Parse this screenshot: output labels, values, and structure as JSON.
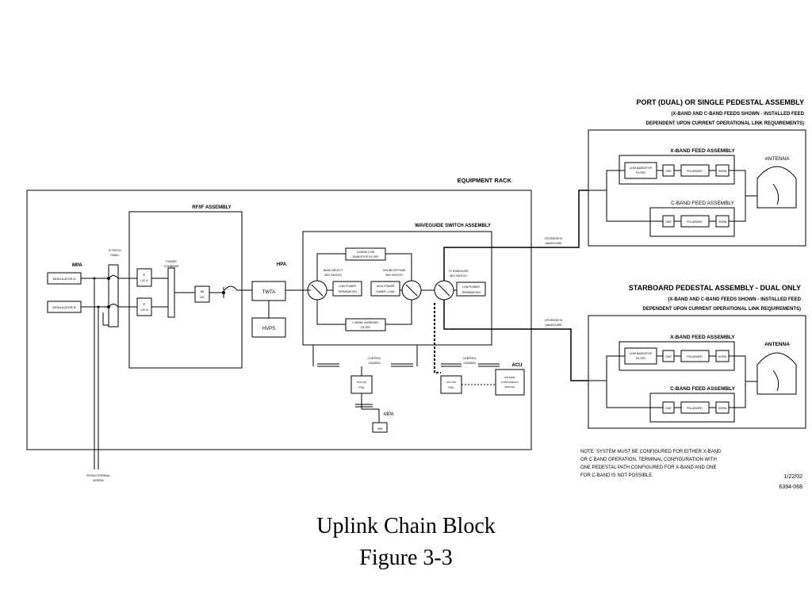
{
  "port": {
    "title": "PORT (DUAL) OR SINGLE PEDESTAL ASSEMBLY",
    "sub1": "(X-BAND AND C-BAND FEEDS SHOWN - INSTALLED FEED",
    "sub2": "DEPENDENT UPON CURRENT OPERATIONAL LINK REQUIREMENTS)",
    "xfeed": "X-BAND FEED ASSEMBLY",
    "cfeed": "C-BAND FEED ASSEMBLY",
    "antenna": "ANTENNA"
  },
  "starboard": {
    "title": "STARBOARD PEDESTAL ASSEMBLY - DUAL ONLY",
    "sub1": "(X-BAND AND C-BAND FEEDS SHOWN - INSTALLED FEED",
    "sub2": "DEPENDENT UPON CURRENT OPERATIONAL LINK REQUIREMENTS)",
    "xfeed": "X-BAND FEED ASSEMBLY",
    "cfeed": "C-BAND FEED ASSEMBLY",
    "antenna": "ANTENNA"
  },
  "feed_parts": {
    "filter1": "LOW BANDSTOP",
    "filter2": "FILTER",
    "omt": "OMT",
    "polarizer": "POLARIZER",
    "horn": "HORN"
  },
  "rack": {
    "label": "EQUIPMENT RACK",
    "rfif": "RF/IF ASSEMBLY",
    "wg": "WAVEGUIDE SWITCH ASSEMBLY",
    "mpa": "MPA",
    "mod_a": "MODULATOR A",
    "mod_b": "MODULATOR B",
    "if_patch_1": "IF PATCH",
    "if_patch_2": "PANEL",
    "power_combiner_1": "POWER",
    "power_combiner_2": "COMBINER",
    "uc_a_1": "IF",
    "uc_a_2": "U/C A",
    "uc_b_1": "IF",
    "uc_b_2": "U/C B",
    "bias_1": "Bit",
    "bias_2": "U/C",
    "hpa": "HPA",
    "twta": "TWTA",
    "hvps": "HVPS",
    "xband_filter_1": "X-BAND LOW",
    "xband_filter_2": "BANDSTOP FILTER",
    "band_select_1": "BAND SELECT",
    "band_select_2": "W/G SWITCH",
    "online_1": "ONLINE/OFFLINE",
    "online_2": "W/G SWITCH",
    "tx_1": "TX HANDOVER",
    "tx_2": "W/G SWITCH",
    "lpt_1": "LOW POWER",
    "lpt_2": "TERMINATION",
    "hp_1": "HIGH POWER",
    "hp_2": "DUMMY LOAD",
    "lpt2_1": "LOW POWER",
    "lpt2_2": "TERMINATION",
    "cband_filter_1": "C-BAND HARMONIC",
    "cband_filter_2": "FILTER",
    "control_1": "CONTROL",
    "control_2": "CHASSIS",
    "control2_1": "CONTROL",
    "control2_2": "CHASSIS",
    "psu1_1": "W/G SW",
    "psu1_2": "PSU",
    "psu2_1": "W/G SW",
    "psu2_2": "PSU",
    "acu": "ACU",
    "antenna_module_1": "ANTENNA",
    "antenna_module_2": "HYDRO/SERVO",
    "antenna_module_3": "MODULE",
    "mpa_lower": "MPA",
    "ioh": "IOM",
    "crossdeck1_1": "CROSSDECK",
    "crossdeck1_2": "WAVEGUIDE",
    "crossdeck2_1": "CROSSDECK",
    "crossdeck2_2": "WAVEGUIDE",
    "ext_modem_1": "FROM EXTERNAL",
    "ext_modem_2": "MODEM"
  },
  "note": {
    "line1": "NOTE:  SYSTEM MUST BE CONFIGURED FOR EITHER X-BAND",
    "line2": "OR C BAND OPERATION.  TERMINAL CONFIGURATION WITH",
    "line3": "ONE PEDESTAL PATH CONFIGURED FOR X-BAND AND ONE",
    "line4": "FOR C-BAND IS NOT POSSIBLE."
  },
  "stamp": {
    "date": "1/22/02",
    "number": "6394-068"
  },
  "caption": {
    "line1": "Uplink Chain Block",
    "line2": "Figure 3-3"
  }
}
